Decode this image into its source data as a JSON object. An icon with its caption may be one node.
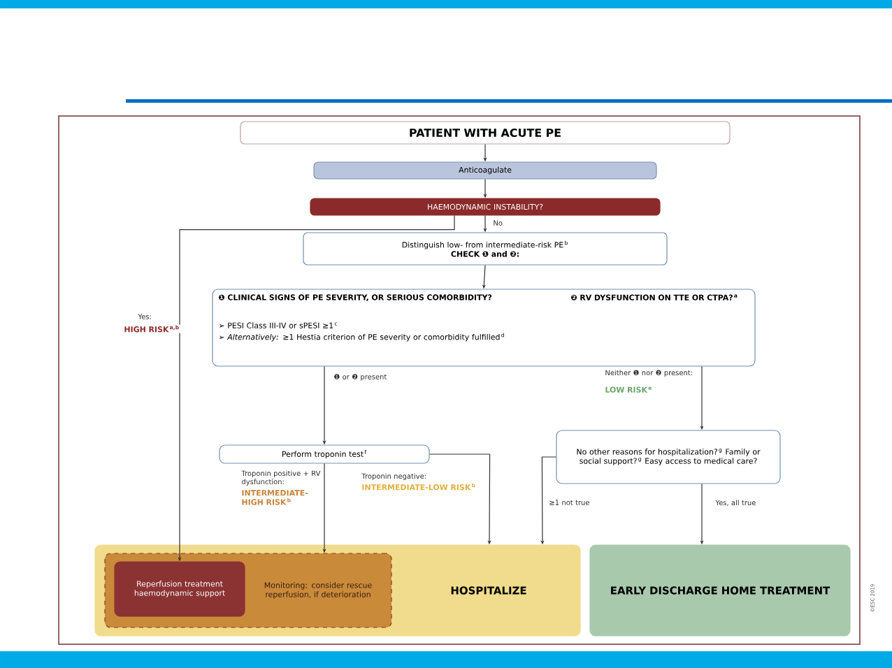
{
  "diagram": {
    "nodes": [
      {
        "text": [
          "PATIENT WITH ACUTE PE"
        ]
      },
      {
        "text": [
          "Anticoagulate"
        ]
      },
      {
        "text": [
          "HAEMODYNAMIC INSTABILITY?"
        ]
      },
      {
        "text": [
          "Distinguish low- from intermediate-risk PE$^{b}$",
          "CHECK ❶ and ❷:"
        ]
      },
      {
        "text": [
          "❶ CLINICAL SIGNS OF PE SEVERITY, OR SERIOUS COMORBIDITY?",
          "❷ RV DYSFUNCTION ON TTE OR CTPA?$^{a}$",
          "➢ PESI Class III-IV or sPESI ≥1$^{c}$",
          "➢ *Alternatively:* ≥1 Hestia criterion of PE severity or comorbidity fulfilled$^{d}$"
        ]
      },
      {
        "text": [
          "Perform troponin test$^{f}$"
        ]
      },
      {
        "text": [
          "No other reasons for hospitalization?$^{g}$ Family or social support?$^{g}$ Easy access to medical care?"
        ]
      },
      {
        "text": [
          "HOSPITALIZE"
        ]
      },
      {
        "text": [
          "Monitoring: consider rescue reperfusion, if deterioration"
        ],
        "in": 7
      },
      {
        "text": [
          "Reperfusion treatment haemodynamic support"
        ],
        "in": 8
      },
      {
        "text": [
          "EARLY DISCHARGE HOME TREATMENT"
        ]
      }
    ],
    "edges": [
      {
        "from": 0,
        "to": 1,
        "arrow": "to"
      },
      {
        "from": 1,
        "to": 2,
        "arrow": "to"
      },
      {
        "from": 2,
        "to": 3,
        "arrow": "to",
        "label": "No"
      },
      {
        "from": 2,
        "to": 9,
        "arrow": "to",
        "label": "Yes:"
      },
      {
        "from": 3,
        "to": 4,
        "arrow": "to"
      },
      {
        "from": 4,
        "to": 5,
        "arrow": "to",
        "label": "❶ or ❷ present"
      },
      {
        "from": 4,
        "to": 6,
        "arrow": "to",
        "label": "Neither ❶ nor ❷ present:"
      },
      {
        "from": 5,
        "to": 8,
        "arrow": "to",
        "label": "Troponin positive + RV dysfunction:"
      },
      {
        "from": 5,
        "to": 7,
        "arrow": "to",
        "label": "Troponin negative:"
      },
      {
        "from": 6,
        "to": 7,
        "arrow": "to",
        "label": "≥1 not true"
      },
      {
        "from": 6,
        "to": 10,
        "arrow": "to",
        "label": "Yes, all true"
      }
    ],
    "labels": [
      "HIGH RISK$^{a,b}$",
      "LOW RISK$^{e}$",
      "INTERMEDIATE-HIGH RISK$^{b}$",
      "INTERMEDIATE-LOW RISK$^{b}$",
      "©ESC 2019"
    ]
  }
}
